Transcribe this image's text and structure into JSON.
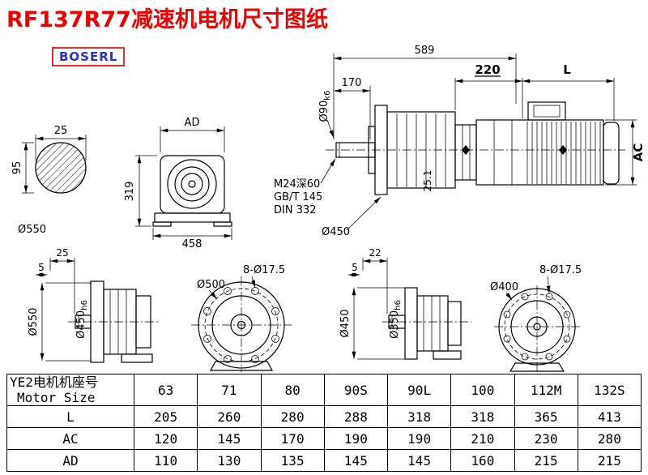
{
  "page": {
    "title": "RF137R77减速机电机尺寸图纸",
    "brand": "BOSERL"
  },
  "colors": {
    "title": "#ee0000",
    "brand_text": "#2433c8",
    "brand_border": "#e03030"
  },
  "shaft_section": {
    "width": "25",
    "height": "95",
    "diameter": "Ø550"
  },
  "front_view": {
    "width_label": "AD",
    "height": "319",
    "width": "458"
  },
  "main_view": {
    "overall_length": "589",
    "shaft_length": "170",
    "shaft_dia": "Ø90",
    "shaft_fit": "k6",
    "center_hole": "M24深60",
    "std_gb": "GB/T 145",
    "std_din": "DIN 332",
    "key_height": "25.1",
    "flange_dia": "Ø450",
    "adapter_length": "220",
    "motor_length": "L",
    "motor_dia": "AC"
  },
  "side_view_left": {
    "stub_len": "25",
    "step": "5",
    "outer_dia": "Ø550",
    "spigot_dia": "Ø450",
    "spigot_fit": "h6"
  },
  "flange_view_left": {
    "bolt_circle": "Ø500",
    "holes": "8-Ø17.5"
  },
  "side_view_right": {
    "stub_len": "22",
    "step": "5",
    "outer_dia": "Ø450",
    "spigot_dia": "Ø350",
    "spigot_fit": "h6"
  },
  "flange_view_right": {
    "dia": "Ø400",
    "holes": "8-Ø17.5"
  },
  "table": {
    "header_line1": "YE2电机机座号",
    "header_line2": "Motor Size",
    "sizes": [
      "63",
      "71",
      "80",
      "90S",
      "90L",
      "100",
      "112M",
      "132S"
    ],
    "rows": [
      {
        "label": "L",
        "values": [
          "205",
          "260",
          "280",
          "288",
          "318",
          "318",
          "365",
          "413"
        ]
      },
      {
        "label": "AC",
        "values": [
          "120",
          "145",
          "170",
          "190",
          "190",
          "210",
          "230",
          "280"
        ]
      },
      {
        "label": "AD",
        "values": [
          "110",
          "130",
          "135",
          "145",
          "145",
          "160",
          "215",
          "215"
        ]
      }
    ]
  }
}
